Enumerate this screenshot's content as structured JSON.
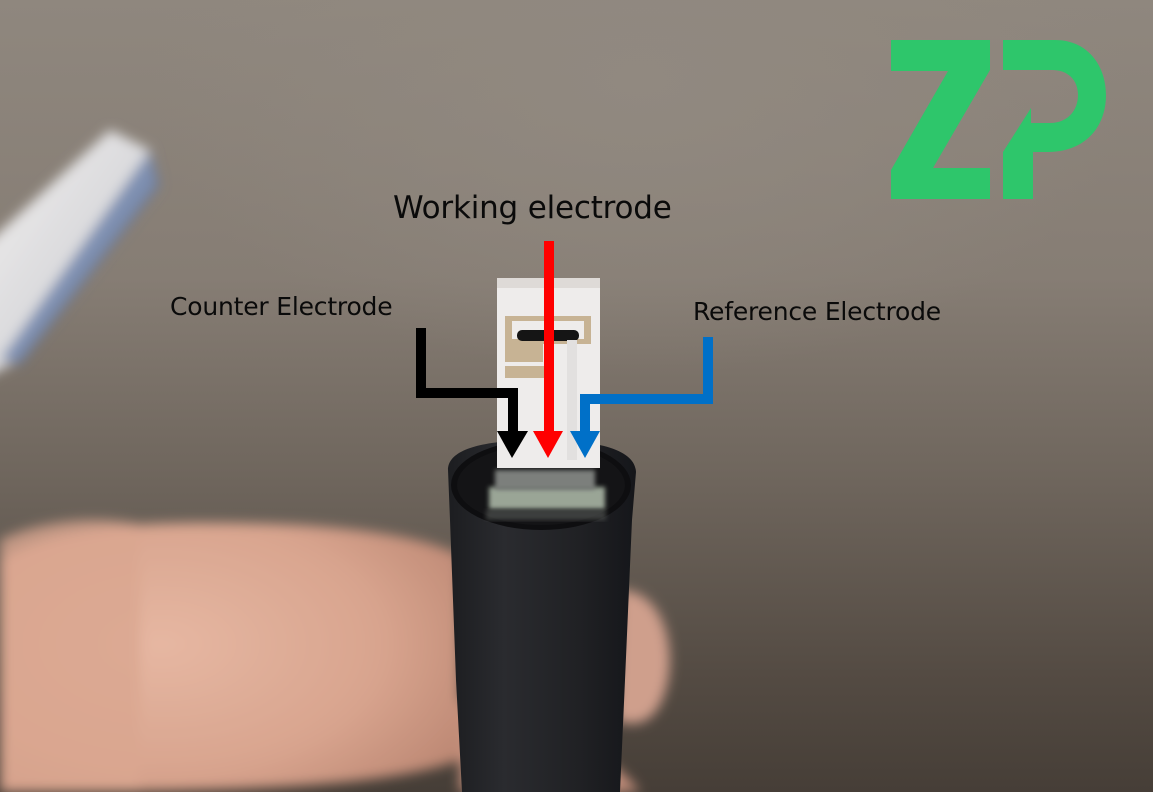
{
  "image": {
    "description": "Photo of a black cylindrical connector held between fingers with a white screen-printed electrode strip inserted; arrows label three electrode contacts",
    "background_color": "#8a8279"
  },
  "logo": {
    "text": "ZP",
    "color": "#2ec66b"
  },
  "labels": {
    "working": {
      "text": "Working electrode",
      "arrow_color": "#ff0000"
    },
    "counter": {
      "text": "Counter Electrode",
      "arrow_color": "#000000"
    },
    "reference": {
      "text": "Reference Electrode",
      "arrow_color": "#0070c8"
    }
  }
}
